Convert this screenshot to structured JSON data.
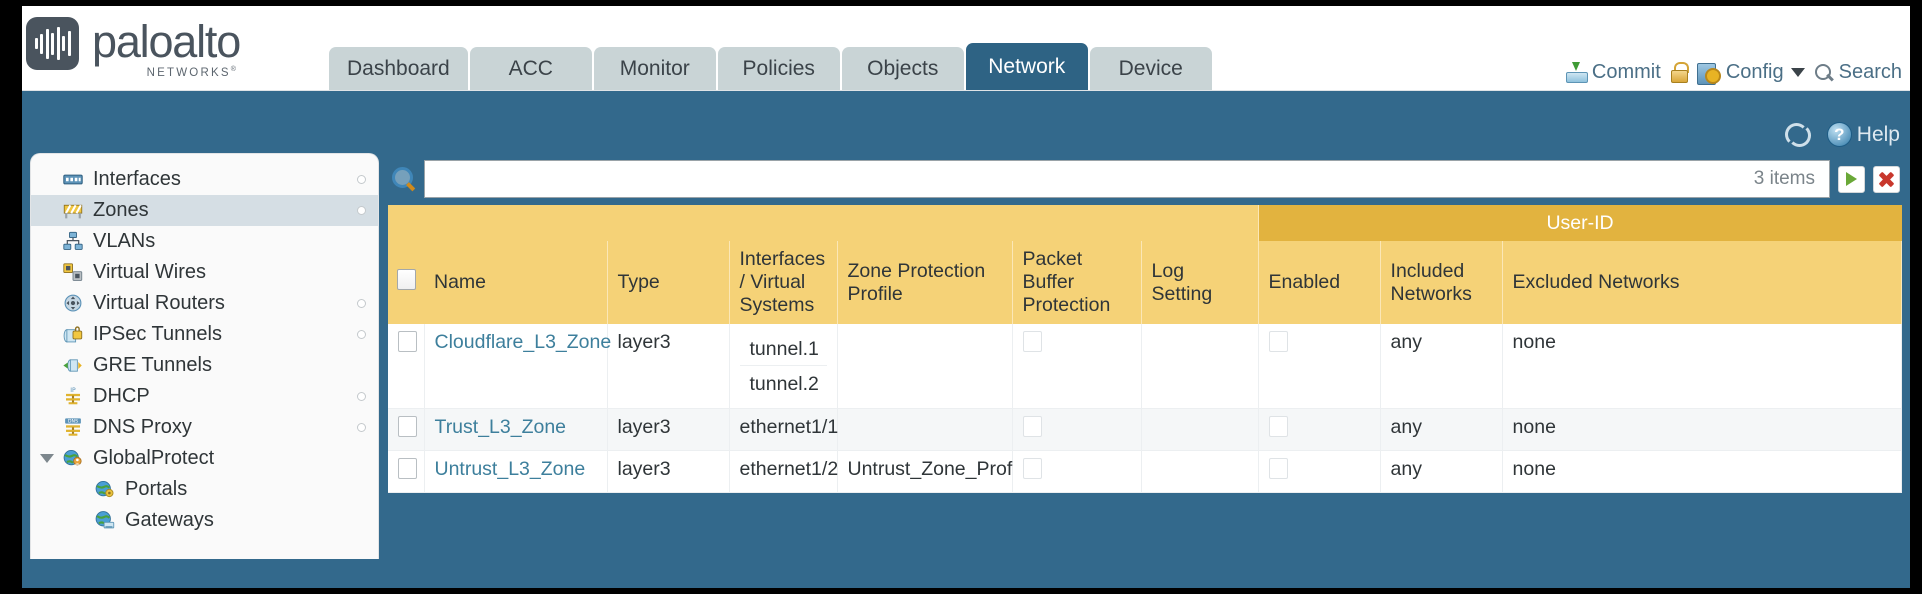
{
  "brand": {
    "name": "paloalto",
    "tagline": "NETWORKS",
    "trademark": "®",
    "logo_icon": "paloalto-waveform-logo"
  },
  "tabs": [
    {
      "label": "Dashboard",
      "selected": false
    },
    {
      "label": "ACC",
      "selected": false
    },
    {
      "label": "Monitor",
      "selected": false
    },
    {
      "label": "Policies",
      "selected": false
    },
    {
      "label": "Objects",
      "selected": false
    },
    {
      "label": "Network",
      "selected": true
    },
    {
      "label": "Device",
      "selected": false
    }
  ],
  "top_actions": {
    "commit": "Commit",
    "config": "Config",
    "search": "Search",
    "lock_icon": "padlock-icon",
    "commit_icon": "commit-download-icon",
    "config_icon": "config-wrench-icon",
    "search_icon": "search-magnifier-icon",
    "caret_icon": "chevron-down-icon"
  },
  "band_actions": {
    "refresh_icon": "refresh-sync-icon",
    "help_label": "Help",
    "help_icon": "question-circle-icon",
    "help_glyph": "?"
  },
  "sidebar": {
    "items": [
      {
        "label": "Interfaces",
        "icon": "interfaces-icon",
        "selected": false,
        "child": false,
        "dot": true,
        "twisty": false
      },
      {
        "label": "Zones",
        "icon": "zones-barrier-icon",
        "selected": true,
        "child": false,
        "dot": true,
        "twisty": false
      },
      {
        "label": "VLANs",
        "icon": "vlans-network-icon",
        "selected": false,
        "child": false,
        "dot": false,
        "twisty": false
      },
      {
        "label": "Virtual Wires",
        "icon": "virtual-wires-icon",
        "selected": false,
        "child": false,
        "dot": false,
        "twisty": false
      },
      {
        "label": "Virtual Routers",
        "icon": "virtual-routers-icon",
        "selected": false,
        "child": false,
        "dot": true,
        "twisty": false
      },
      {
        "label": "IPSec Tunnels",
        "icon": "ipsec-tunnels-icon",
        "selected": false,
        "child": false,
        "dot": true,
        "twisty": false
      },
      {
        "label": "GRE Tunnels",
        "icon": "gre-tunnels-icon",
        "selected": false,
        "child": false,
        "dot": false,
        "twisty": false
      },
      {
        "label": "DHCP",
        "icon": "dhcp-icon",
        "selected": false,
        "child": false,
        "dot": true,
        "twisty": false
      },
      {
        "label": "DNS Proxy",
        "icon": "dns-proxy-icon",
        "selected": false,
        "child": false,
        "dot": true,
        "twisty": false
      },
      {
        "label": "GlobalProtect",
        "icon": "globalprotect-icon",
        "selected": false,
        "child": false,
        "dot": false,
        "twisty": true
      },
      {
        "label": "Portals",
        "icon": "portals-icon",
        "selected": false,
        "child": true,
        "dot": false,
        "twisty": false
      },
      {
        "label": "Gateways",
        "icon": "gateways-icon",
        "selected": false,
        "child": true,
        "dot": false,
        "twisty": false
      }
    ]
  },
  "search": {
    "value": "",
    "placeholder": "",
    "item_count": "3 items",
    "magnifier_icon": "search-magnifier-icon",
    "go_icon": "arrow-right-green-icon",
    "clear_icon": "close-x-red-icon"
  },
  "table": {
    "group_header": "User-ID",
    "columns": [
      "Name",
      "Type",
      "Interfaces / Virtual Systems",
      "Zone Protection Profile",
      "Packet Buffer Protection",
      "Log Setting",
      "Enabled",
      "Included Networks",
      "Excluded Networks"
    ],
    "rows": [
      {
        "selected": false,
        "name": "Cloudflare_L3_Zone",
        "type": "layer3",
        "interfaces": [
          "tunnel.1",
          "tunnel.2"
        ],
        "zone_protection_profile": "",
        "packet_buffer_protection": false,
        "log_setting": "",
        "userid_enabled": false,
        "included_networks": "any",
        "excluded_networks": "none"
      },
      {
        "selected": false,
        "name": "Trust_L3_Zone",
        "type": "layer3",
        "interfaces": [
          "ethernet1/1"
        ],
        "zone_protection_profile": "",
        "packet_buffer_protection": false,
        "log_setting": "",
        "userid_enabled": false,
        "included_networks": "any",
        "excluded_networks": "none"
      },
      {
        "selected": false,
        "name": "Untrust_L3_Zone",
        "type": "layer3",
        "interfaces": [
          "ethernet1/2"
        ],
        "zone_protection_profile": "Untrust_Zone_Prof",
        "packet_buffer_protection": false,
        "log_setting": "",
        "userid_enabled": false,
        "included_networks": "any",
        "excluded_networks": "none"
      }
    ]
  },
  "colors": {
    "band_blue": "#33698c",
    "tab_selected": "#2e6384",
    "tab_idle": "#c9d4d6",
    "header_gold": "#f5d277",
    "group_gold": "#e2b33f",
    "link_teal": "#3d7f9c",
    "sidebar_selected": "#d5dee4"
  }
}
